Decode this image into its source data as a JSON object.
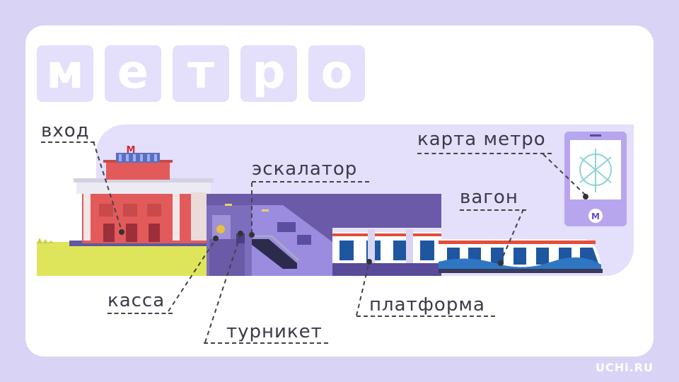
{
  "title_letters": [
    "м",
    "е",
    "т",
    "р",
    "о"
  ],
  "labels": {
    "entrance": "вход",
    "escalator": "эскалатор",
    "metro_map": "карта метро",
    "carriage": "вагон",
    "ticket_office": "касса",
    "turnstile": "турникет",
    "platform": "платформа"
  },
  "station_sign": "М",
  "map_logo": "М",
  "brand": "UCHi.RU",
  "colors": {
    "background": "#d9d3f5",
    "card": "#ffffff",
    "tile": "#e4dffb",
    "station_red": "#e35a5a",
    "tunnel": "#6b5aa8",
    "grass": "#dfe55a",
    "train_blue": "#2f77c4",
    "train_red": "#e24e3a",
    "phone": "#b7a6ee"
  }
}
